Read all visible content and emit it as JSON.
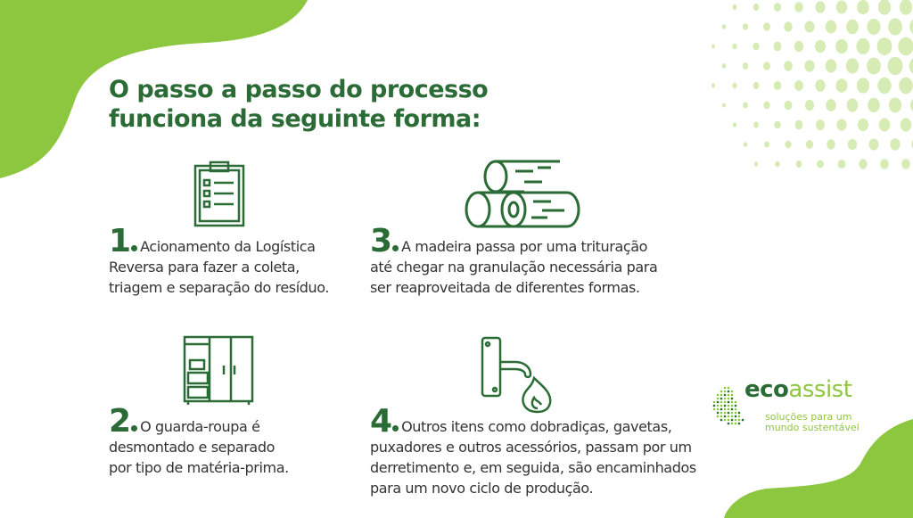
{
  "title_lines": [
    "O passo a passo do processo",
    "funciona da seguinte forma:"
  ],
  "steps": [
    {
      "number": "1",
      "text_lines": [
        "Acionamento da Logística",
        "Reversa para fazer a coleta,",
        "triagem e separação do resíduo."
      ],
      "icon": "clipboard-checklist-icon"
    },
    {
      "number": "2",
      "text_lines": [
        "O guarda-roupa é",
        "desmontado e separado",
        "por tipo de matéria-prima."
      ],
      "icon": "wardrobe-icon"
    },
    {
      "number": "3",
      "text_lines": [
        "A madeira passa por uma trituração",
        "até chegar na granulação necessária para",
        "ser reaproveitada de diferentes formas."
      ],
      "icon": "wood-logs-icon"
    },
    {
      "number": "4",
      "text_lines": [
        "Outros itens como dobradiças, gavetas,",
        "puxadores e outros acessórios, passam por um",
        "derretimento e, em seguida, são encaminhados",
        "para um novo ciclo de produção."
      ],
      "icon": "door-handle-fire-icon"
    }
  ],
  "logo": {
    "eco": "eco",
    "assist": "assist",
    "tagline_lines": [
      "soluções para um",
      "mundo sustentável"
    ]
  },
  "colors": {
    "dark_green": "#2b6b35",
    "light_green": "#8dc63f"
  }
}
